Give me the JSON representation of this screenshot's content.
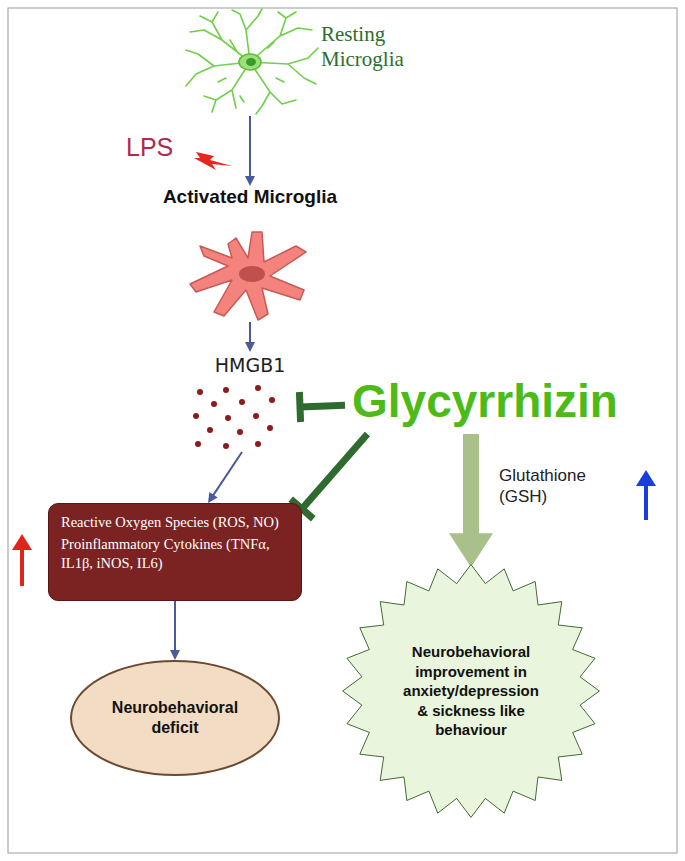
{
  "diagram": {
    "nodes": [
      {
        "text": [
          "Resting Microglia"
        ]
      },
      {
        "text": [
          "Activated Microglia"
        ]
      },
      {
        "text": [
          "HMGB1"
        ]
      },
      {
        "text": [
          "Glycyrrhizin"
        ]
      },
      {
        "text": [
          "Reactive Oxygen Species (ROS, NO)",
          "Proinflammatory Cytokines (TNFα, IL1β, iNOS, IL6)"
        ]
      },
      {
        "text": [
          "Neurobehavioral deficit"
        ]
      },
      {
        "text": [
          "Neurobehavioral improvement in anxiety/depression & sickness like behaviour"
        ]
      }
    ],
    "edges": [
      {
        "from": 0,
        "to": 1,
        "arrow": "to",
        "label": "LPS"
      },
      {
        "from": 1,
        "to": 2,
        "arrow": "to"
      },
      {
        "from": 2,
        "to": 4,
        "arrow": "to"
      },
      {
        "from": 4,
        "to": 5,
        "arrow": "to"
      },
      {
        "from": 3,
        "to": 2,
        "arrow": "to"
      },
      {
        "from": 3,
        "to": 4,
        "arrow": "to"
      },
      {
        "from": 3,
        "to": 6,
        "arrow": "to",
        "label": "Glutathione (GSH)"
      }
    ]
  }
}
